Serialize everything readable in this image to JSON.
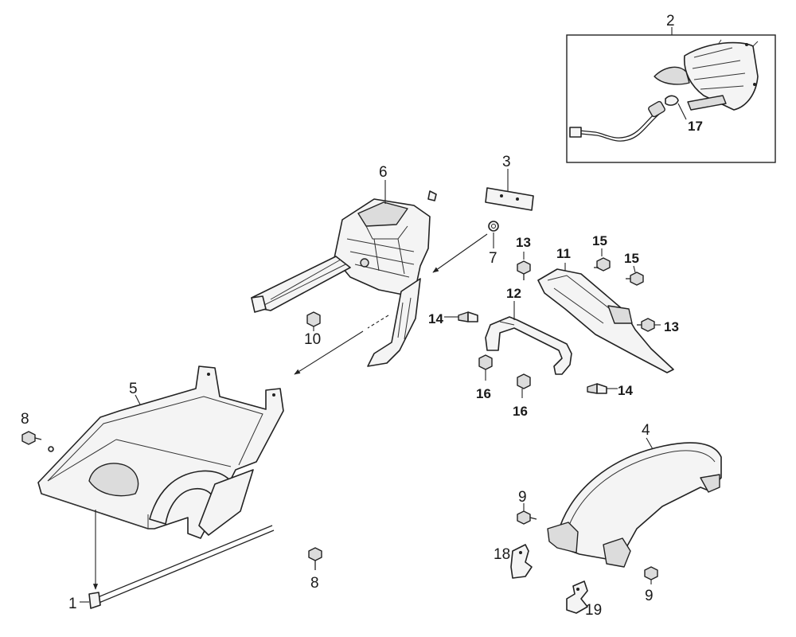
{
  "callouts": {
    "c1": "1",
    "c2": "2",
    "c3": "3",
    "c4": "4",
    "c5": "5",
    "c6": "6",
    "c7": "7",
    "c8a": "8",
    "c8b": "8",
    "c9a": "9",
    "c9b": "9",
    "c10": "10",
    "c11": "11",
    "c12": "12",
    "c13a": "13",
    "c13b": "13",
    "c14a": "14",
    "c14b": "14",
    "c15a": "15",
    "c15b": "15",
    "c16a": "16",
    "c16b": "16",
    "c17": "17",
    "c18": "18",
    "c19": "19"
  }
}
